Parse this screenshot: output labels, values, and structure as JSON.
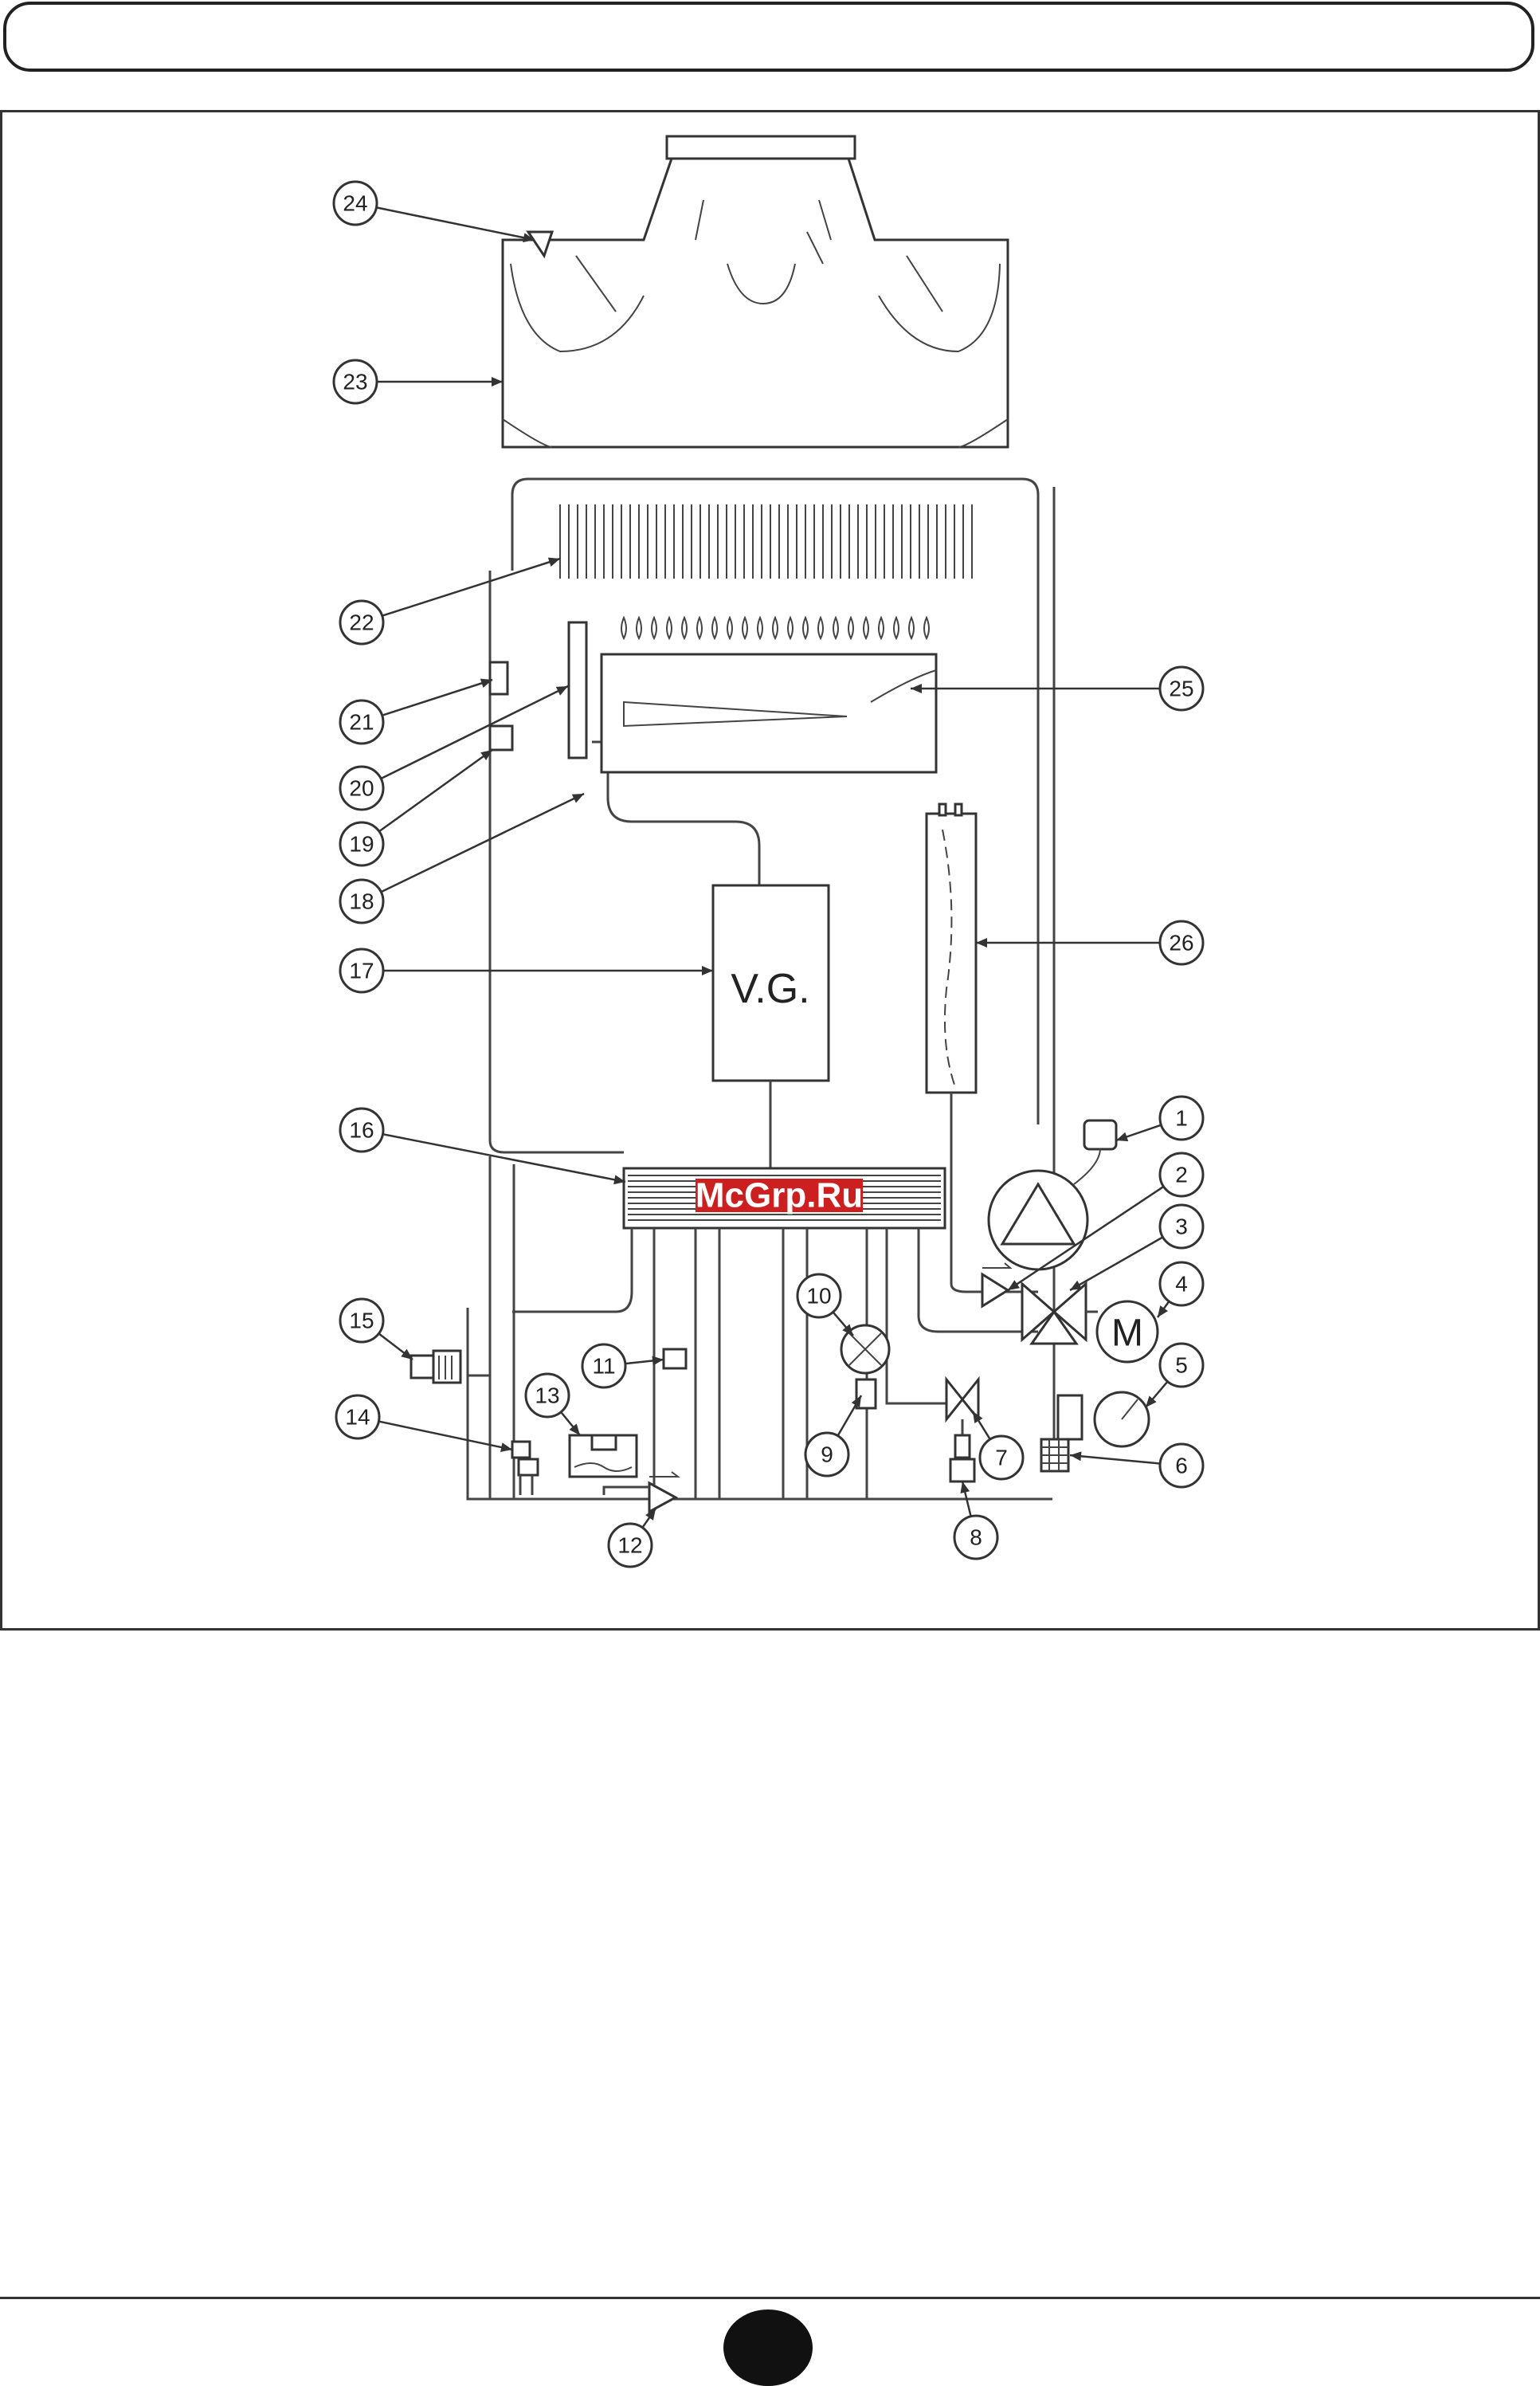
{
  "header": {
    "title": ""
  },
  "diagram": {
    "gas_valve_label": "V.G.",
    "motor_label": "M",
    "watermark": "McGrp.Ru",
    "callouts": [
      "1",
      "2",
      "3",
      "4",
      "5",
      "6",
      "7",
      "8",
      "9",
      "10",
      "11",
      "12",
      "13",
      "14",
      "15",
      "16",
      "17",
      "18",
      "19",
      "20",
      "21",
      "22",
      "23",
      "24",
      "25",
      "26"
    ]
  },
  "footer": {
    "page_number": ""
  }
}
